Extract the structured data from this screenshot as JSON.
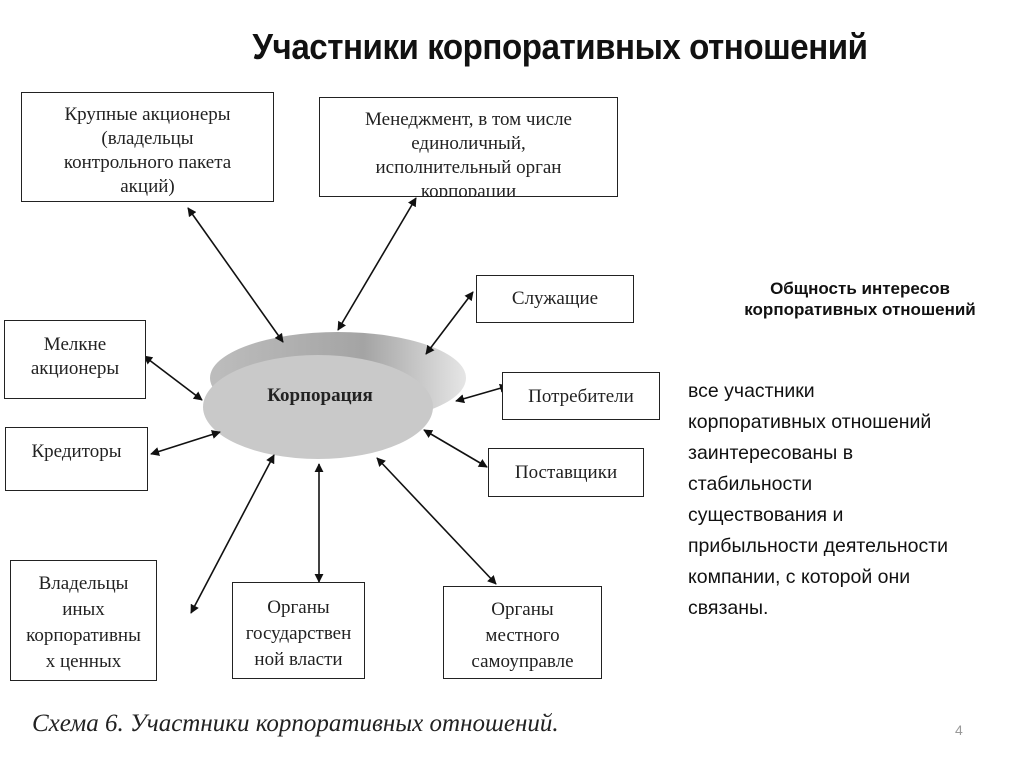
{
  "slide": {
    "title": "Участники корпоративных отношений",
    "page_number": "4"
  },
  "diagram": {
    "center": {
      "label": "Корпорация"
    },
    "participants": [
      {
        "id": "major-shareholders",
        "label": "Крупные акционеры\n(владельцы\nконтрольного пакета\nакций)"
      },
      {
        "id": "management",
        "label": "Менеджмент, в том числе\nединоличный,\nисполнительный орган\nкорпорации"
      },
      {
        "id": "employees",
        "label": "Служащие"
      },
      {
        "id": "minor-shareholders",
        "label": "Мелкне\nакционеры"
      },
      {
        "id": "consumers",
        "label": "Потребители"
      },
      {
        "id": "creditors",
        "label": "Кредиторы"
      },
      {
        "id": "suppliers",
        "label": "Поставщики"
      },
      {
        "id": "other-securities-owners",
        "label": "Владельцы\nиных\nкорпоративны\nх ценных"
      },
      {
        "id": "state-authorities",
        "label": "Органы\nгосударствен\nной власти"
      },
      {
        "id": "local-government",
        "label": "Органы\nместного\nсамоуправле"
      }
    ],
    "caption": "Схема 6. Участники корпоративных отношений."
  },
  "side_panel": {
    "heading": "Общность интересов\nкорпоративных отношений",
    "body": "все участники\nкорпоративных отношений\nзаинтересованы в\nстабильности\nсуществования и\nприбыльности деятельности\nкомпании, с которой они\nсвязаны."
  },
  "colors": {
    "ellipse_top": "#c8c8c8",
    "ellipse_side": "#a9a9a9",
    "line": "#111111",
    "page_number": "#999999"
  }
}
